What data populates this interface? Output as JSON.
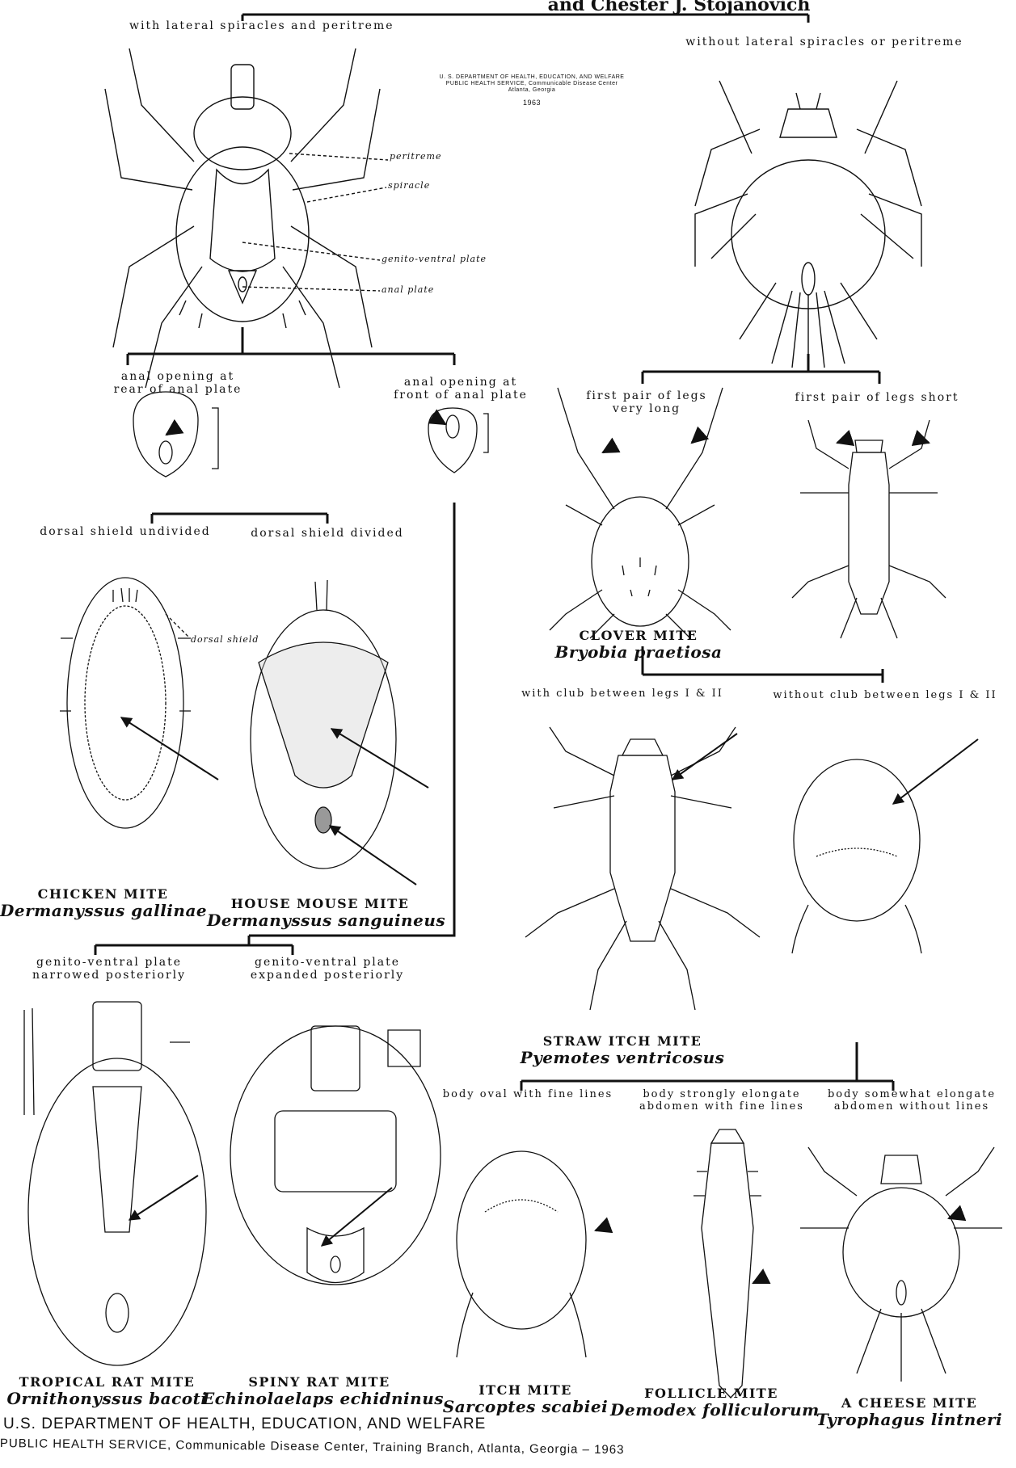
{
  "title_partial": "and Chester J. Stojanovich",
  "header_caption": {
    "line1": "U. S. DEPARTMENT OF HEALTH, EDUCATION, AND WELFARE",
    "line2": "PUBLIC HEALTH SERVICE, Communicable Disease Center",
    "line3": "Atlanta, Georgia",
    "line4": "1963"
  },
  "key": {
    "left_top": "with lateral spiracles and peritreme",
    "right_top": "without lateral spiracles or peritreme",
    "anal_rear_1": "anal opening at",
    "anal_rear_2": "rear of anal plate",
    "anal_front_1": "anal opening at",
    "anal_front_2": "front of anal plate",
    "shield_undivided": "dorsal shield undivided",
    "shield_divided": "dorsal shield divided",
    "legs_long_1": "first pair of legs",
    "legs_long_2": "very long",
    "legs_short": "first pair of legs short",
    "club_with": "with club between legs I & II",
    "club_without": "without club between legs I & II",
    "gv_narrow_1": "genito-ventral plate",
    "gv_narrow_2": "narrowed posteriorly",
    "gv_expanded_1": "genito-ventral plate",
    "gv_expanded_2": "expanded posteriorly",
    "body_oval": "body oval with fine lines",
    "body_strong_1": "body strongly elongate",
    "body_strong_2": "abdomen with fine lines",
    "body_somewhat_1": "body somewhat elongate",
    "body_somewhat_2": "abdomen without lines"
  },
  "anatomy": {
    "peritreme": "peritreme",
    "spiracle": "spiracle",
    "genito_ventral_plate": "genito-ventral plate",
    "anal_plate": "anal plate",
    "dorsal_shield": "dorsal shield"
  },
  "mites": [
    {
      "common": "CHICKEN MITE",
      "scientific": "Dermanyssus gallinae"
    },
    {
      "common": "HOUSE MOUSE MITE",
      "scientific": "Dermanyssus sanguineus"
    },
    {
      "common": "CLOVER MITE",
      "scientific": "Bryobia praetiosa"
    },
    {
      "common": "STRAW ITCH MITE",
      "scientific": "Pyemotes ventricosus"
    },
    {
      "common": "TROPICAL RAT MITE",
      "scientific": "Ornithonyssus bacoti"
    },
    {
      "common": "SPINY RAT MITE",
      "scientific": "Echinolaelaps echidninus"
    },
    {
      "common": "ITCH MITE",
      "scientific": "Sarcoptes scabiei"
    },
    {
      "common": "FOLLICLE MITE",
      "scientific": "Demodex folliculorum"
    },
    {
      "common": "A CHEESE MITE",
      "scientific": "Tyrophagus lintneri"
    }
  ],
  "footer": {
    "line1": "U.S. DEPARTMENT OF HEALTH, EDUCATION, AND WELFARE",
    "line2": "PUBLIC HEALTH SERVICE, Communicable Disease Center, Training Branch, Atlanta, Georgia – 1963"
  }
}
